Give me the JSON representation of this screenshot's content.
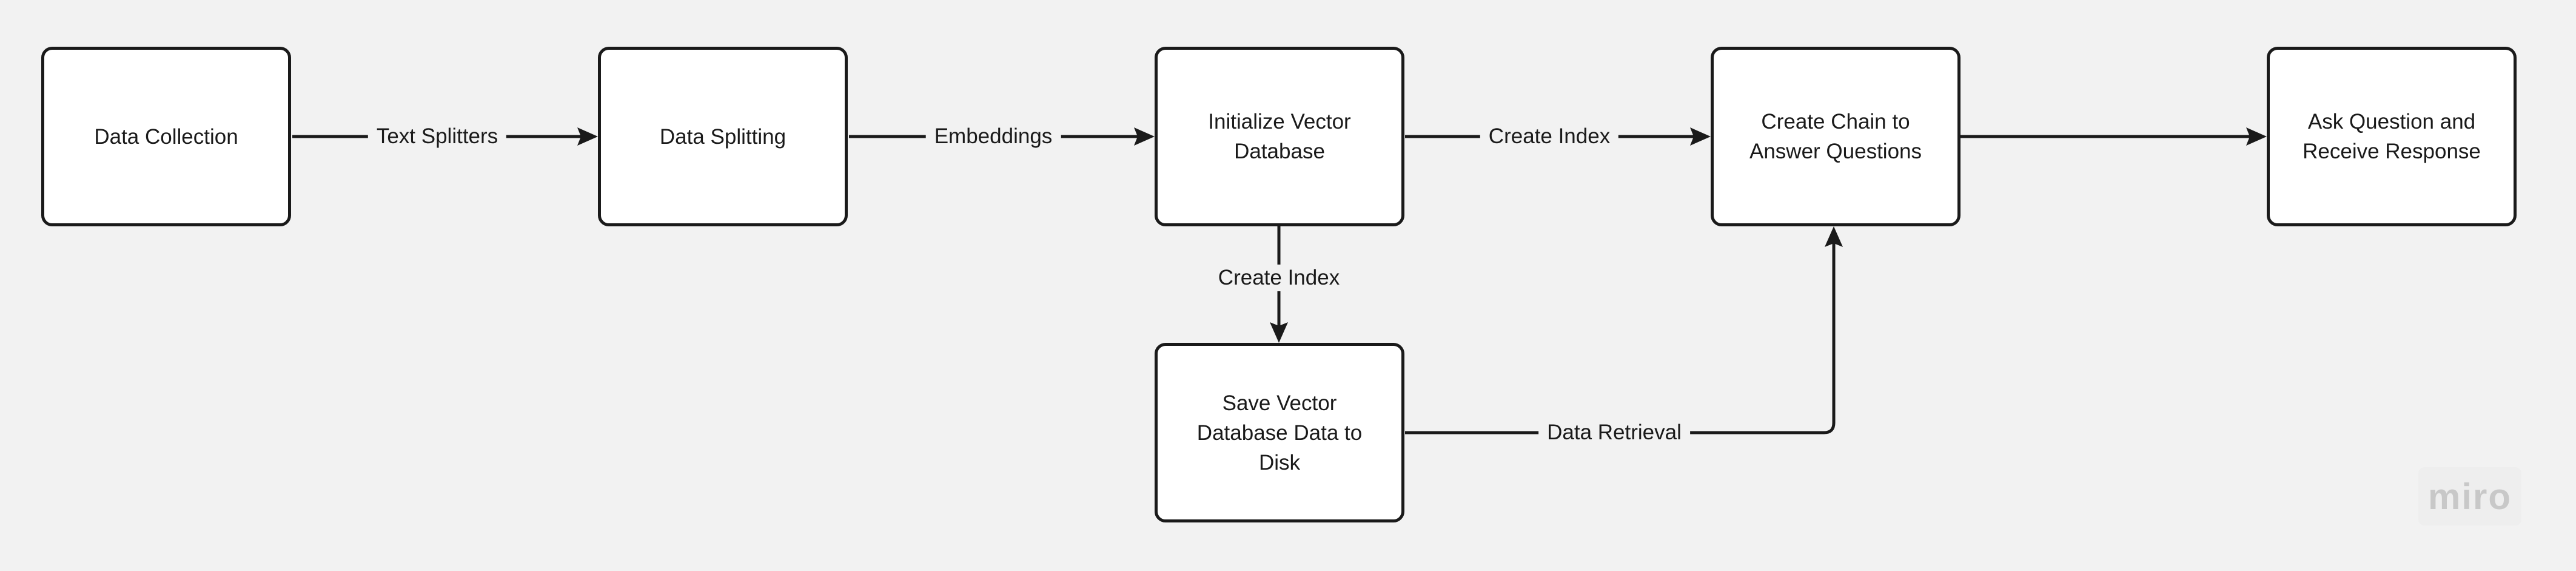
{
  "nodes": {
    "data_collection": "Data Collection",
    "data_splitting": "Data Splitting",
    "init_vector_db": "Initialize Vector\nDatabase",
    "create_chain": "Create Chain to\nAnswer Questions",
    "ask_question": "Ask Question and\nReceive Response",
    "save_vector_db": "Save Vector\nDatabase Data to\nDisk"
  },
  "edges": {
    "text_splitters": "Text Splitters",
    "embeddings": "Embeddings",
    "create_index_right": "Create Index",
    "create_index_down": "Create Index",
    "data_retrieval": "Data Retrieval"
  },
  "logo": "miro",
  "colors": {
    "background": "#f2f2f2",
    "node_fill": "#ffffff",
    "stroke": "#1a1a1a",
    "logo": "#c8c8c8"
  }
}
